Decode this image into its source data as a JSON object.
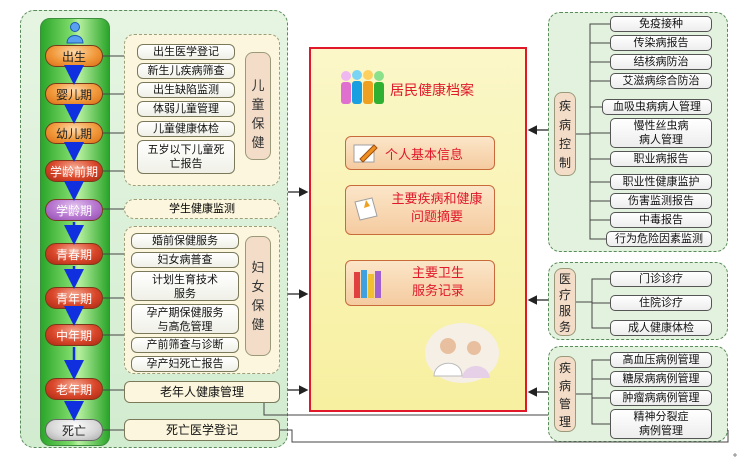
{
  "stages": [
    "出生",
    "婴儿期",
    "幼儿期",
    "学龄前期",
    "学龄期",
    "青春期",
    "青年期",
    "中年期",
    "老年期",
    "死亡"
  ],
  "child_group": {
    "label": "儿童保健",
    "items": [
      "出生医学登记",
      "新生儿疾病筛查",
      "出生缺陷监测",
      "体弱儿童管理",
      "儿童健康体检",
      "五岁以下儿童死亡报告"
    ]
  },
  "student_item": "学生健康监测",
  "women_group": {
    "label": "妇女保健",
    "items": [
      "婚前保健服务",
      "妇女病普查",
      "计划生育技术服务",
      "孕产期保健服务与高危管理",
      "产前筛查与诊断",
      "孕产妇死亡报告"
    ]
  },
  "elderly_item": "老年人健康管理",
  "death_item": "死亡医学登记",
  "center": {
    "title": "居民健康档案",
    "boxes": [
      "个人基本信息",
      "主要疾病和健康问题摘要",
      "主要卫生服务记录"
    ]
  },
  "disease_control": {
    "label": "疾病控制",
    "items": [
      "免疫接种",
      "传染病报告",
      "结核病防治",
      "艾滋病综合防治",
      "血吸虫病病人管理",
      "慢性丝虫病病人管理",
      "职业病报告",
      "职业性健康监护",
      "伤害监测报告",
      "中毒报告",
      "行为危险因素监测"
    ]
  },
  "medical_service": {
    "label": "医疗服务",
    "items": [
      "门诊诊疗",
      "住院诊疗",
      "成人健康体检"
    ]
  },
  "disease_mgmt": {
    "label": "疾病管理",
    "items": [
      "高血压病例管理",
      "糖尿病病例管理",
      "肿瘤病病例管理",
      "精神分裂症病例管理"
    ]
  },
  "colors": {
    "center_border": "#e0182a",
    "stage_arrow": "#1030e0",
    "panel": "#e6f5e2"
  }
}
